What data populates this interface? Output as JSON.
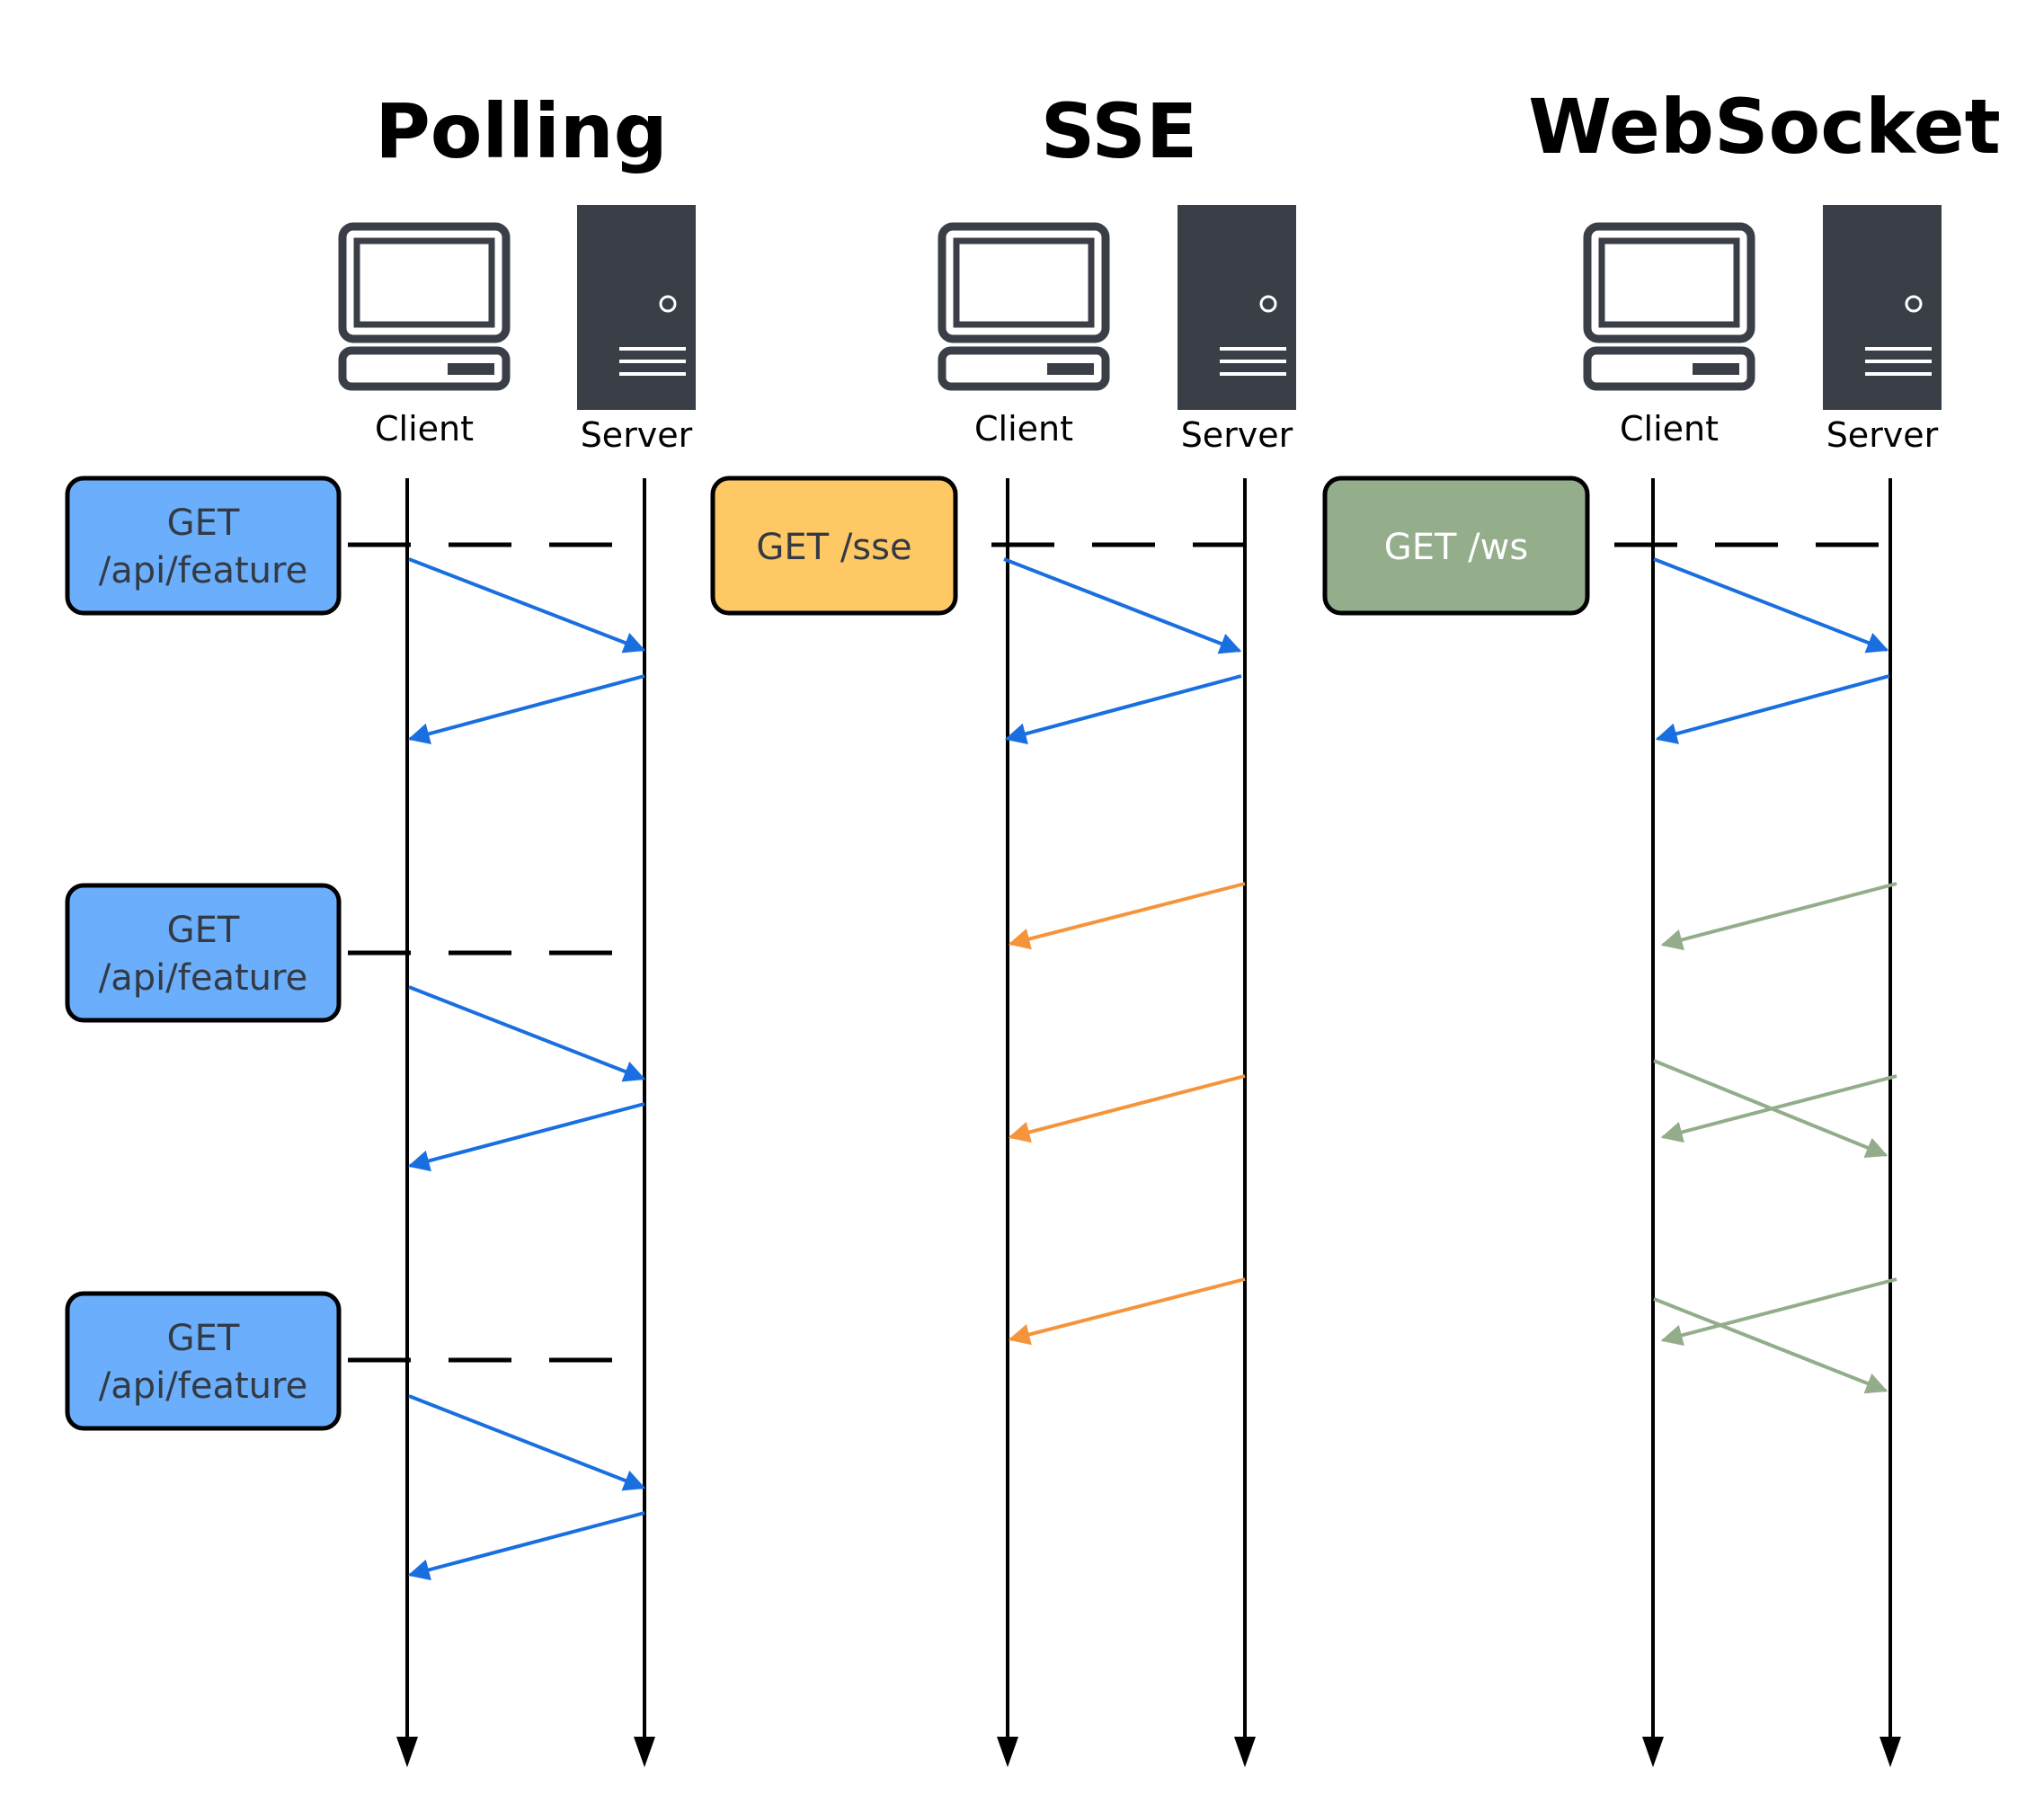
{
  "columns": [
    {
      "title": "Polling",
      "client_label": "Client",
      "server_label": "Server",
      "requests": [
        {
          "lines": [
            "GET",
            "/api/feature"
          ]
        },
        {
          "lines": [
            "GET",
            "/api/feature"
          ]
        },
        {
          "lines": [
            "GET",
            "/api/feature"
          ]
        }
      ]
    },
    {
      "title": "SSE",
      "client_label": "Client",
      "server_label": "Server",
      "requests": [
        {
          "lines": [
            "GET /sse"
          ]
        }
      ]
    },
    {
      "title": "WebSocket",
      "client_label": "Client",
      "server_label": "Server",
      "requests": [
        {
          "lines": [
            "GET /ws"
          ]
        }
      ]
    }
  ],
  "colors": {
    "lifeline": "#000000",
    "http_message": "#1a6fe0",
    "sse_event": "#f5943a",
    "websocket_message": "#93ad8b",
    "polling_box": "#6aaefc",
    "sse_box": "#fec865",
    "websocket_box": "#94ad8b",
    "device": "#3a3f47"
  },
  "icons": {
    "client": "desktop-computer-icon",
    "server": "server-tower-icon"
  }
}
